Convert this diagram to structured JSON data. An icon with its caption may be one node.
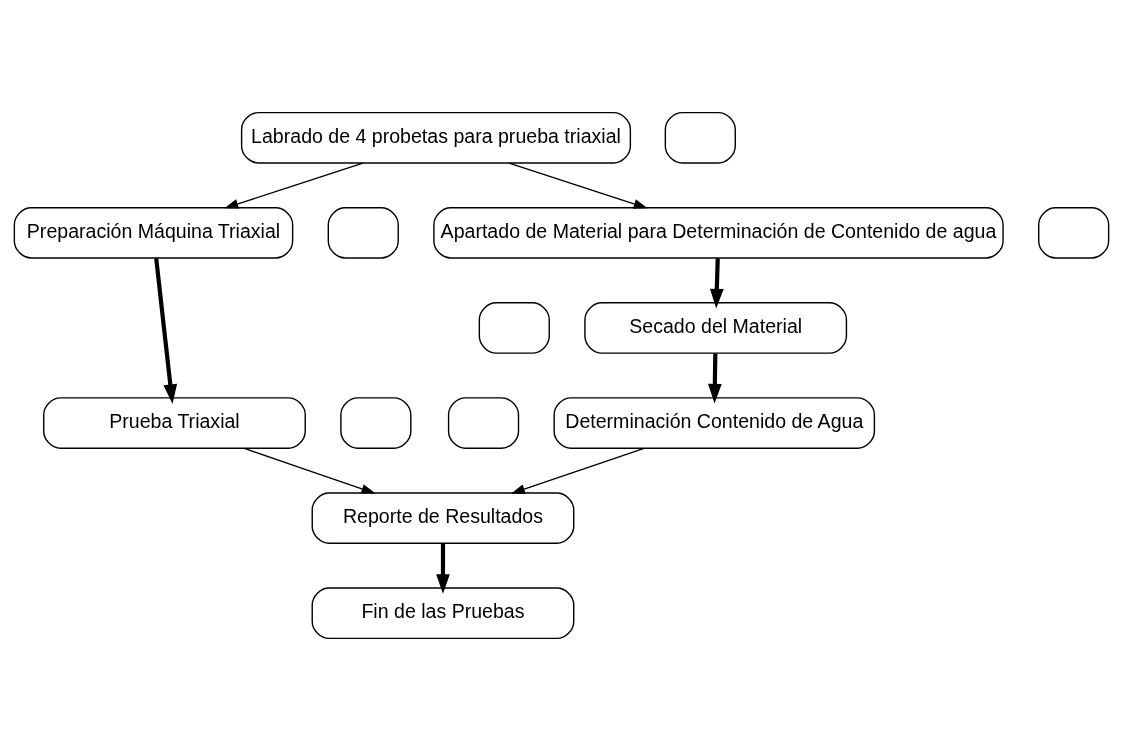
{
  "diagram": {
    "nodes": [
      {
        "text": [
          "Labrado de 4 probetas para prueba triaxial"
        ]
      },
      {
        "text": [],
        "shape": "box"
      },
      {
        "text": [
          "Preparación Máquina Triaxial"
        ]
      },
      {
        "text": [],
        "shape": "box"
      },
      {
        "text": [
          "Apartado de Material para Determinación de Contenido de agua"
        ]
      },
      {
        "text": [],
        "shape": "box"
      },
      {
        "text": [
          "Prueba Triaxial"
        ]
      },
      {
        "text": [],
        "shape": "box"
      },
      {
        "text": [],
        "shape": "box"
      },
      {
        "text": [
          "Secado del Material"
        ]
      },
      {
        "text": [],
        "shape": "box"
      },
      {
        "text": [
          "Determinación Contenido de Agua"
        ]
      },
      {
        "text": [
          "Reporte de Resultados"
        ]
      },
      {
        "text": [
          "Fin de las Pruebas"
        ]
      }
    ],
    "edges": [
      {
        "from": 0,
        "to": 2,
        "arrow": "to"
      },
      {
        "from": 0,
        "to": 4,
        "arrow": "to"
      },
      {
        "from": 2,
        "to": 6,
        "arrow": "to",
        "style": "thick"
      },
      {
        "from": 4,
        "to": 9,
        "arrow": "to",
        "style": "thick"
      },
      {
        "from": 9,
        "to": 11,
        "arrow": "to",
        "style": "thick"
      },
      {
        "from": 6,
        "to": 12,
        "arrow": "to"
      },
      {
        "from": 11,
        "to": 12,
        "arrow": "to"
      },
      {
        "from": 12,
        "to": 13,
        "arrow": "to",
        "style": "thick"
      }
    ]
  }
}
